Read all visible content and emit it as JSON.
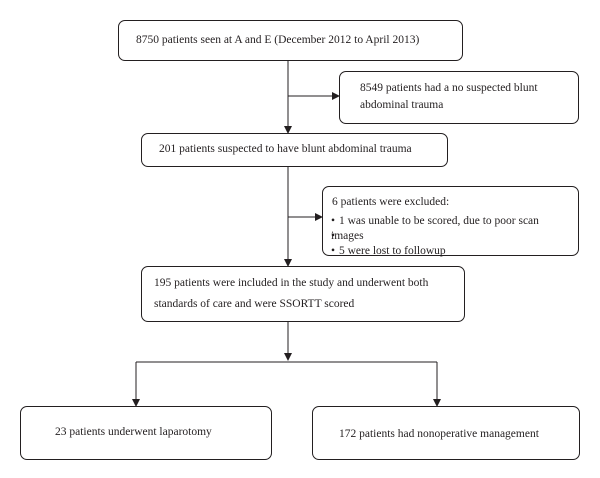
{
  "flowchart": {
    "nodes": {
      "seen": "8750 patients seen at A and E (December 2012 to April 2013)",
      "not_suspected": {
        "line1": "8549 patients had a no suspected blunt",
        "line2": "abdominal trauma"
      },
      "suspected": "201 patients suspected to have blunt abdominal trauma",
      "excluded": {
        "heading": "6 patients were excluded:",
        "items": [
          "1 was unable to be scored, due to poor scan",
          "images",
          "5 were lost to followup"
        ]
      },
      "included": {
        "line1": "195 patients were included in the study and underwent both",
        "line2": "standards of care and were SSORTT scored"
      },
      "laparotomy": "23 patients underwent laparotomy",
      "nonoperative": "172 patients had nonoperative management"
    },
    "colors": {
      "line": "#231f20",
      "box_border": "#231f20",
      "background": "#ffffff"
    }
  }
}
